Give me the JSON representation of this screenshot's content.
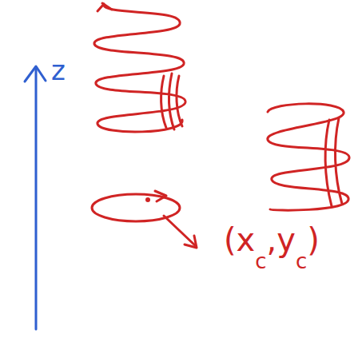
{
  "diagram": {
    "labels": [
      "z",
      "(x",
      "c",
      ",y",
      "c",
      ")"
    ]
  }
}
